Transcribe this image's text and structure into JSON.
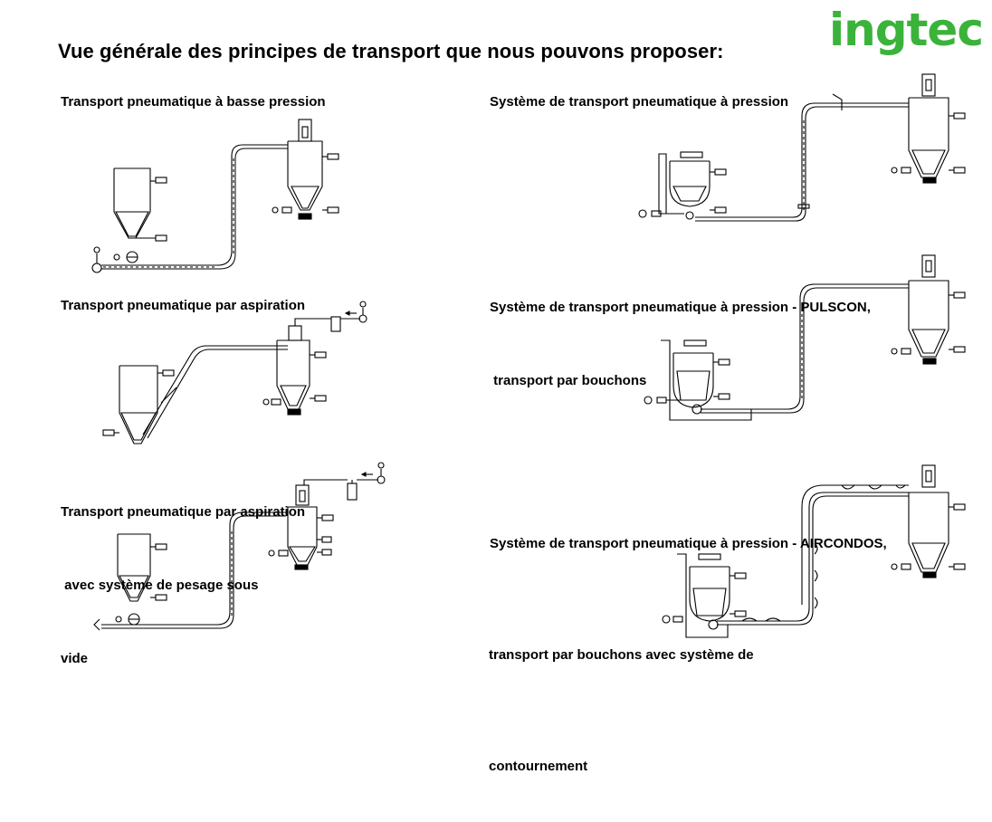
{
  "title": "Vue générale des principes de transport que nous pouvons proposer:",
  "logo": "ingtec",
  "brand_color": "#3bb33b",
  "sections": [
    {
      "lines": [
        "Transport pneumatique à basse pression"
      ]
    },
    {
      "lines": [
        "Système de transport pneumatique à pression"
      ]
    },
    {
      "lines": [
        "Système de transport pneumatique à pression - PULSCON,",
        " transport par bouchons"
      ]
    },
    {
      "lines": [
        "Transport pneumatique par aspiration"
      ]
    },
    {
      "lines": [
        "Transport pneumatique par aspiration",
        " avec système de pesage sous",
        "vide"
      ]
    },
    {
      "lines": [
        "Système de transport pneumatique à pression - AIRCONDOS,",
        "transport par bouchons avec système de",
        "contournement"
      ]
    }
  ]
}
